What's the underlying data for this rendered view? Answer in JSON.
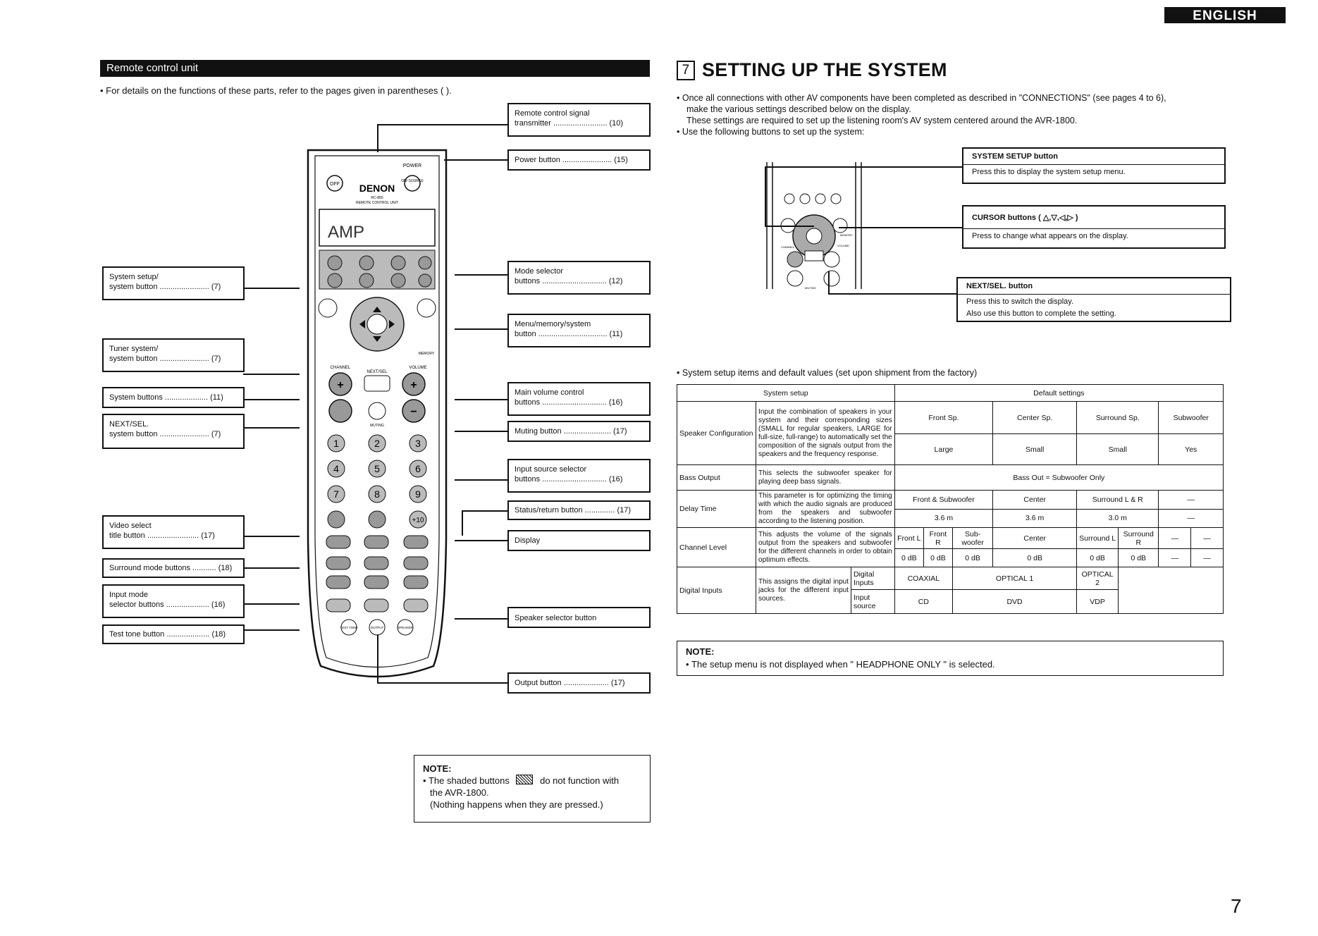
{
  "language_tab": "ENGLISH",
  "remote_section": {
    "header": "Remote control unit",
    "intro": "For details on the functions of these parts, refer to the pages given in parentheses (   ).",
    "left_labels": [
      {
        "line1": "System setup/",
        "line2": "system button",
        "page": "(7)"
      },
      {
        "line1": "Tuner system/",
        "line2": "system button",
        "page": "(7)"
      },
      {
        "line1": "System buttons",
        "line2": "",
        "page": "(11)"
      },
      {
        "line1": "NEXT/SEL.",
        "line2": "system button",
        "page": "(7)"
      },
      {
        "line1": "Video select",
        "line2": "title button",
        "page": "(17)"
      },
      {
        "line1": "Surround mode buttons",
        "line2": "",
        "page": "(18)"
      },
      {
        "line1": "Input mode",
        "line2": "selector buttons",
        "page": "(16)"
      },
      {
        "line1": "Test tone button",
        "line2": "",
        "page": "(18)"
      }
    ],
    "right_labels": [
      {
        "line1": "Remote control signal",
        "line2": "transmitter",
        "page": "(10)"
      },
      {
        "line1": "Power button",
        "line2": "",
        "page": "(15)"
      },
      {
        "line1": "Mode selector",
        "line2": "buttons",
        "page": "(12)"
      },
      {
        "line1": "Menu/memory/system",
        "line2": "button",
        "page": "(11)"
      },
      {
        "line1": "Main volume control",
        "line2": "buttons",
        "page": "(16)"
      },
      {
        "line1": "Muting button",
        "line2": "",
        "page": "(17)"
      },
      {
        "line1": "Input source selector",
        "line2": "buttons",
        "page": "(16)"
      },
      {
        "line1": "Status/return button",
        "line2": "",
        "page": "(17)"
      },
      {
        "line1": "Display",
        "line2": "",
        "page": ""
      },
      {
        "line1": "Speaker selector button",
        "line2": "",
        "page": ""
      },
      {
        "line1": "Output button",
        "line2": "",
        "page": "(17)"
      }
    ],
    "remote": {
      "brand": "DENON",
      "model": "RC-865",
      "unit": "REMOTE CONTROL UNIT",
      "power": "POWER",
      "off": "OFF",
      "on_source": "ON/ SOURCE",
      "display_text": "AMP",
      "keys": [
        "1",
        "2",
        "3",
        "4",
        "5",
        "6",
        "7",
        "8",
        "9",
        "+10"
      ],
      "vol_plus": "+",
      "vol_minus": "−",
      "channel": "CHANNEL",
      "volume": "VOLUME",
      "muting": "MUTING",
      "next_sel": "NEXT/SEL",
      "memory": "MEMORY",
      "test_tone": "TEST TONE",
      "output": "OUTPUT",
      "speaker": "SPEAKER"
    },
    "note": {
      "title": "NOTE:",
      "line1a": "The shaded buttons",
      "line1b": "do not function with",
      "line2": "the AVR-1800.",
      "line3": "(Nothing happens when they are pressed.)"
    }
  },
  "setup_section": {
    "number": "7",
    "title": "SETTING UP THE SYSTEM",
    "bullet1_l1": "Once all connections with other AV components have been completed as described in \"CONNECTIONS\" (see pages 4 to 6),",
    "bullet1_l2": "make the various settings described below on the display.",
    "bullet1_l3": "These settings are required to set up the listening room's AV system centered around the AVR-1800.",
    "bullet2": "Use the following buttons to set up the system:",
    "buttons": [
      {
        "title": "SYSTEM SETUP button",
        "desc1": "Press this to display the system setup menu.",
        "desc2": ""
      },
      {
        "title": "CURSOR buttons ( △,▽,◁,▷ )",
        "desc1": "Press to change what appears on the display.",
        "desc2": ""
      },
      {
        "title": "NEXT/SEL. button",
        "desc1": "Press this to switch the display.",
        "desc2": "Also use this button to complete the setting."
      }
    ],
    "mini_remote": {
      "volume": "VOLUME",
      "channel": "CHANNEL",
      "memory": "MEMORY",
      "muting": "MUTING"
    },
    "table_intro": "System setup items and default values (set upon shipment from the factory)",
    "table": {
      "h_setup": "System setup",
      "h_default": "Default settings",
      "speaker": {
        "name": "Speaker Configuration",
        "desc": "Input the combination of speakers in your system and their corresponding sizes (SMALL for regular speakers, LARGE for full-size, full-range) to automatically set the composition of the signals output from the speakers and the frequency response.",
        "headers": [
          "Front Sp.",
          "Center Sp.",
          "Surround Sp.",
          "Subwoofer"
        ],
        "values": [
          "Large",
          "Small",
          "Small",
          "Yes"
        ]
      },
      "bass": {
        "name": "Bass Output",
        "desc": "This selects the subwoofer speaker for playing deep bass signals.",
        "value": "Bass Out = Subwoofer Only"
      },
      "delay": {
        "name": "Delay Time",
        "desc": "This parameter is for optimizing the timing with which the audio signals are produced from the speakers and subwoofer according to the listening position.",
        "headers": [
          "Front & Subwoofer",
          "Center",
          "Surround L & R",
          "—"
        ],
        "values": [
          "3.6 m",
          "3.6 m",
          "3.0 m",
          "—"
        ]
      },
      "channel": {
        "name": "Channel Level",
        "desc": "This adjusts the volume of the signals output from the speakers and subwoofer for the different channels in order to obtain optimum effects.",
        "headers": [
          "Front L",
          "Front R",
          "Sub-woofer",
          "Center",
          "Surround L",
          "Surround R",
          "—",
          "—"
        ],
        "values": [
          "0 dB",
          "0 dB",
          "0 dB",
          "0 dB",
          "0 dB",
          "0 dB",
          "—",
          "—"
        ]
      },
      "digital": {
        "name": "Digital Inputs",
        "desc": "This assigns the digital input jacks for the different input sources.",
        "row1_label": "Digital Inputs",
        "row2_label": "Input source",
        "inputs": [
          "COAXIAL",
          "OPTICAL 1",
          "OPTICAL 2"
        ],
        "sources": [
          "CD",
          "DVD",
          "VDP"
        ]
      }
    },
    "note": {
      "title": "NOTE:",
      "text": "The setup menu is not displayed when \" HEADPHONE ONLY \" is selected."
    }
  },
  "page_number": "7"
}
